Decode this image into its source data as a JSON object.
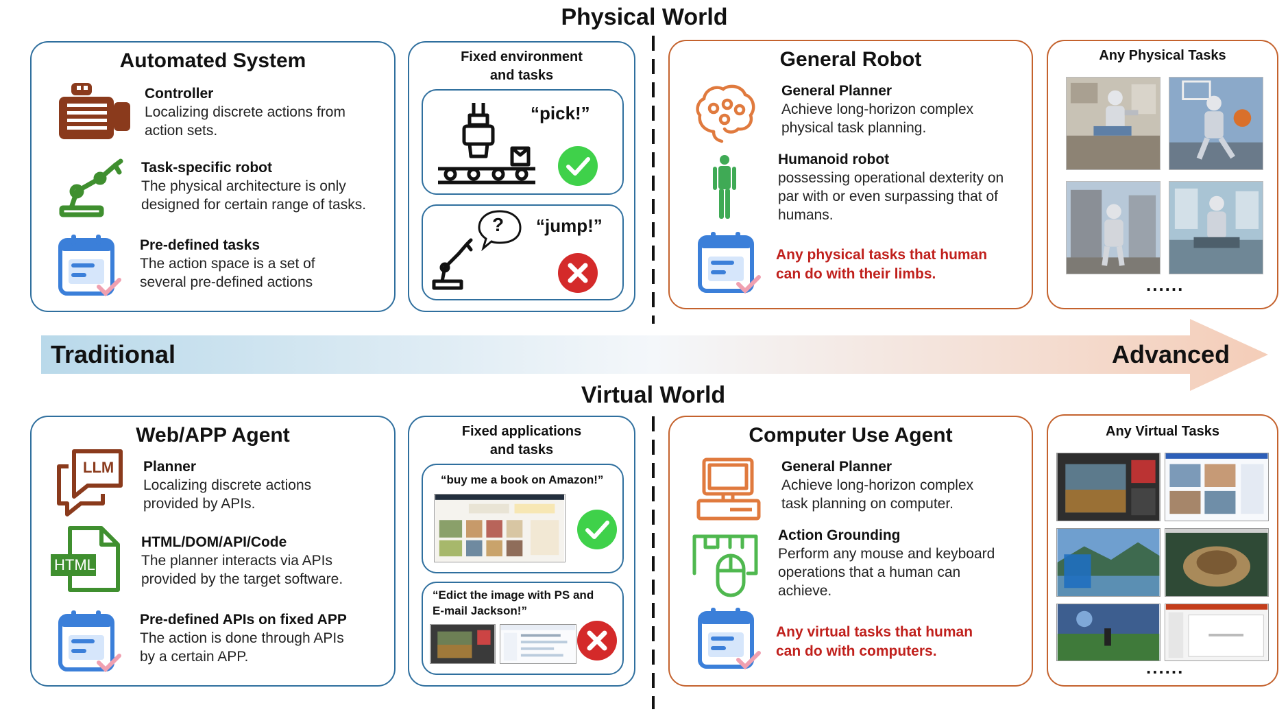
{
  "physical_world": {
    "title": "Physical World",
    "automated_system": {
      "title": "Automated System",
      "items": [
        {
          "icon": "controller-icon",
          "head": "Controller",
          "body": [
            "Localizing discrete actions from",
            "action sets."
          ]
        },
        {
          "icon": "robot-arm-icon",
          "head": "Task-specific robot",
          "body": [
            "The physical architecture is only",
            "designed for certain range of tasks."
          ]
        },
        {
          "icon": "checklist-icon",
          "head": "Pre-defined tasks",
          "body": [
            "The action space is a set of",
            "several pre-defined actions"
          ]
        }
      ]
    },
    "fixed": {
      "title": [
        "Fixed environment",
        "and tasks"
      ],
      "ok_quote": "“pick!”",
      "bad_quote": "“jump!”",
      "question": "?"
    },
    "general_robot": {
      "title": "General Robot",
      "items": [
        {
          "icon": "brain-icon",
          "head": "General Planner",
          "body": [
            "Achieve long-horizon complex",
            "physical task planning."
          ]
        },
        {
          "icon": "humanoid-icon",
          "head": "Humanoid robot",
          "body": [
            "possessing operational dexterity on",
            "par with or even surpassing that of",
            "humans."
          ]
        }
      ],
      "red": [
        "Any physical tasks that human",
        "can do with their limbs."
      ]
    },
    "any_tasks": {
      "title": "Any Physical Tasks",
      "dots": "......"
    }
  },
  "arrow": {
    "left": "Traditional",
    "right": "Advanced"
  },
  "virtual_world": {
    "title": "Virtual World",
    "web_agent": {
      "title": "Web/APP Agent",
      "llm_label": "LLM",
      "html_label": "HTML",
      "items": [
        {
          "icon": "llm-chat-icon",
          "head": "Planner",
          "body": [
            "Localizing discrete actions",
            "provided by APIs."
          ]
        },
        {
          "icon": "html-file-icon",
          "head": "HTML/DOM/API/Code",
          "body": [
            "The planner interacts via APIs",
            "provided by the target software."
          ]
        },
        {
          "icon": "checklist-icon",
          "head": "Pre-defined APIs on fixed APP",
          "body": [
            "The action is done through APIs",
            "by a certain APP."
          ]
        }
      ]
    },
    "fixed": {
      "title": [
        "Fixed applications",
        "and tasks"
      ],
      "ok_quote": "“buy me a book on Amazon!”",
      "bad_quote": [
        "“Edict the image with PS and",
        "E-mail Jackson!”"
      ]
    },
    "computer_agent": {
      "title": "Computer Use Agent",
      "items": [
        {
          "icon": "computer-icon",
          "head": "General Planner",
          "body": [
            "Achieve long-horizon complex",
            "task planning on computer."
          ]
        },
        {
          "icon": "mouse-keyboard-icon",
          "head": "Action Grounding",
          "body": [
            "Perform any mouse and keyboard",
            "operations that a human can",
            "achieve."
          ]
        }
      ],
      "red": [
        "Any virtual tasks that human",
        "can do with computers."
      ]
    },
    "any_tasks": {
      "title": "Any Virtual Tasks",
      "dots": "......"
    }
  },
  "colors": {
    "blue": "#2f6f9e",
    "orange": "#c4622d",
    "red": "#c0201c",
    "green": "#3fd14a",
    "brown": "#8a3a1c",
    "robot_green": "#3f8f2f"
  }
}
